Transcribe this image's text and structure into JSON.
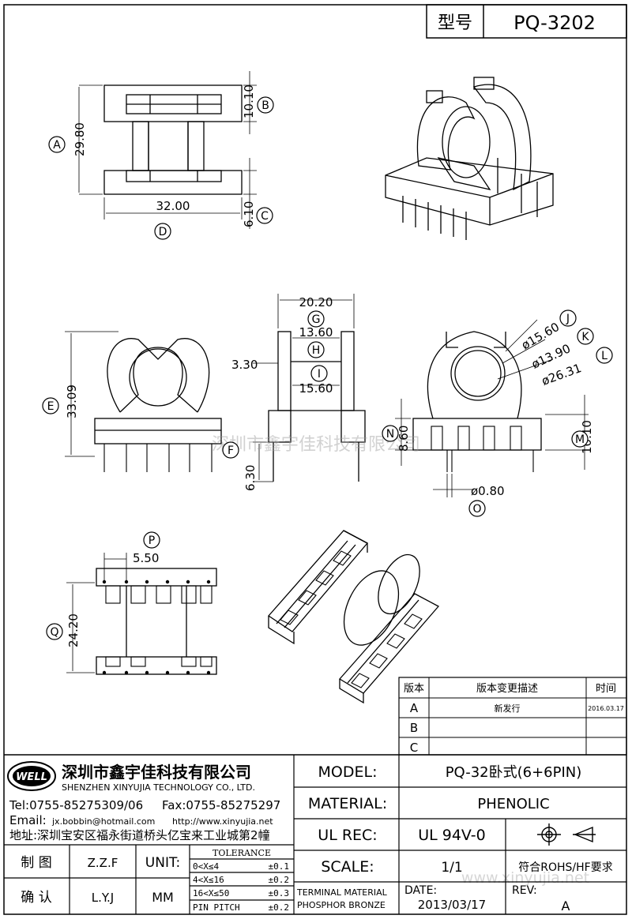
{
  "header": {
    "type_label": "型号",
    "model_code": "PQ-3202"
  },
  "dims": {
    "A": "29.80",
    "B": "10.10",
    "C": "6.10",
    "D": "32.00",
    "E": "33.09",
    "F": "6.30",
    "G": "20.20",
    "H": "13.60",
    "H_left": "3.30",
    "I": "15.60",
    "J": "ø15.60",
    "K": "ø13.90",
    "L": "ø26.31",
    "M": "10.10",
    "N": "8.60",
    "O": "ø0.80",
    "P": "5.50",
    "Q": "24.20"
  },
  "dim_letters": [
    "A",
    "B",
    "C",
    "D",
    "E",
    "F",
    "G",
    "H",
    "I",
    "J",
    "K",
    "L",
    "M",
    "N",
    "O",
    "P",
    "Q"
  ],
  "watermark": "深圳市鑫宇佳科技有限公司",
  "watermark_url": "www.xinyujia.net",
  "revision_table": {
    "headers": [
      "版本",
      "版本变更描述",
      "时间"
    ],
    "rows": [
      {
        "version": "A",
        "desc": "新发行",
        "date": "2016.03.17"
      },
      {
        "version": "B",
        "desc": "",
        "date": ""
      },
      {
        "version": "C",
        "desc": "",
        "date": ""
      }
    ]
  },
  "company": {
    "logo_text": "WELL",
    "name_cn": "深圳市鑫宇佳科技有限公司",
    "name_en": "SHENZHEN XINYUJIA TECHNOLOGY CO., LTD.",
    "tel": "Tel:0755-85275309/06",
    "fax": "Fax:0755-85275297",
    "email_label": "Email:",
    "email": "jx.bobbin@hotmail.com",
    "web": "http://www.xinyujia.net",
    "address": "地址:深圳宝安区福永街道桥头亿宝来工业城第2幢"
  },
  "title_block": {
    "model_label": "MODEL:",
    "model_value": "PQ-32卧式(6+6PIN)",
    "material_label": "MATERIAL:",
    "material_value": "PHENOLIC",
    "ul_label": "UL REC:",
    "ul_value": "UL 94V-0",
    "scale_label": "SCALE:",
    "scale_value": "1/1",
    "rohs": "符合ROHS/HF要求",
    "date_label": "DATE:",
    "date_value": "2013/03/17",
    "rev_label": "REV:",
    "rev_value": "A",
    "terminal_label": "TERMINAL MATERIAL",
    "terminal_value": "PHOSPHOR BRONZE",
    "drawn_label": "制  图",
    "drawn_by": "Z.Z.F",
    "check_label": "确  认",
    "checked_by": "L.Y.J",
    "unit_label": "UNIT:",
    "unit_value": "MM",
    "tolerance_title": "TOLERANCE",
    "tolerance": [
      {
        "range": "0<X≤4",
        "value": "±0.1"
      },
      {
        "range": "4<X≤16",
        "value": "±0.2"
      },
      {
        "range": "16<X≤50",
        "value": "±0.3"
      },
      {
        "range": "PIN PITCH",
        "value": "±0.2"
      }
    ]
  }
}
